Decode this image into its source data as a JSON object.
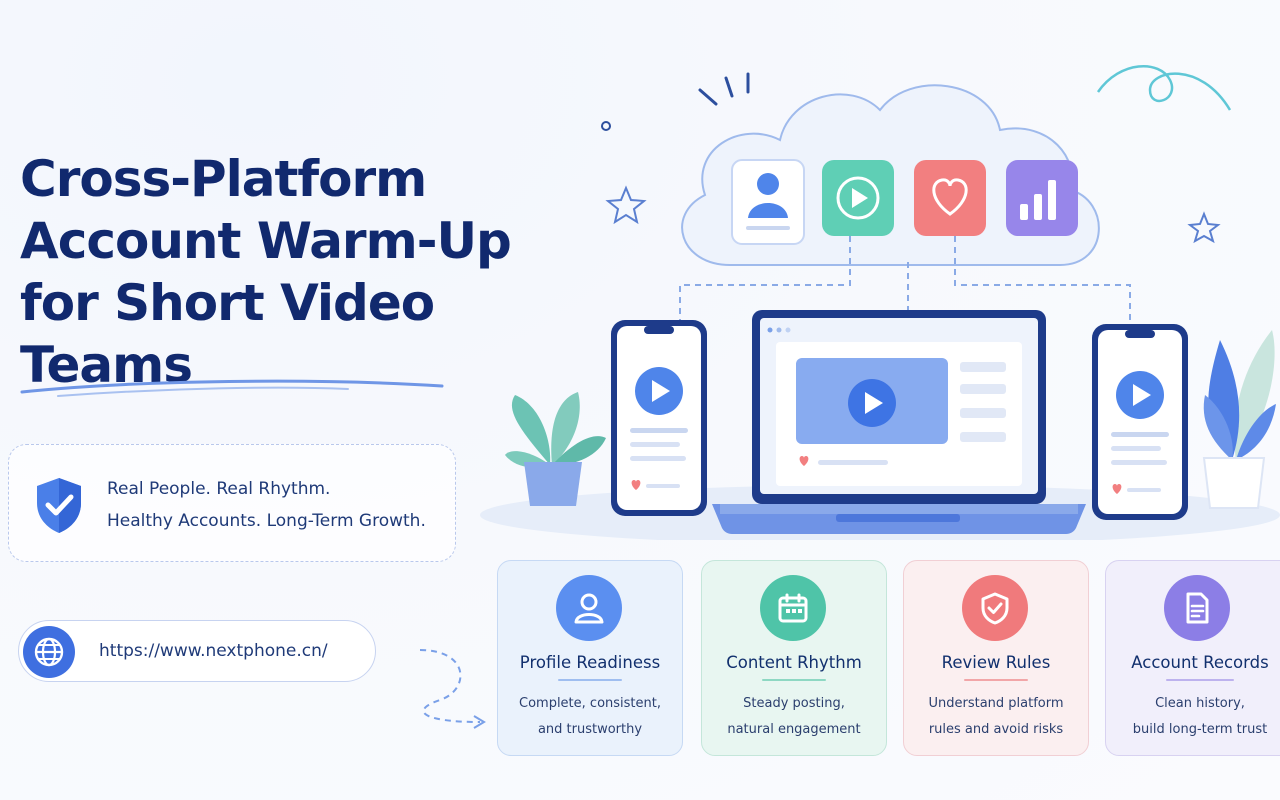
{
  "hero": {
    "title_line1": "Cross-Platform",
    "title_line2": "Account Warm-Up",
    "title_line3": "for Short Video Teams"
  },
  "tagline": {
    "line1": "Real People. Real Rhythm.",
    "line2": "Healthy Accounts. Long-Term Growth."
  },
  "url": {
    "text": "https://www.nextphone.cn/"
  },
  "cards": [
    {
      "title": "Profile Readiness",
      "desc1": "Complete, consistent,",
      "desc2": "and trustworthy",
      "icon": "user-icon"
    },
    {
      "title": "Content Rhythm",
      "desc1": "Steady posting,",
      "desc2": "natural engagement",
      "icon": "calendar-icon"
    },
    {
      "title": "Review Rules",
      "desc1": "Understand platform",
      "desc2": "rules and avoid risks",
      "icon": "shield-check-icon"
    },
    {
      "title": "Account Records",
      "desc1": "Clean history,",
      "desc2": "build long-term trust",
      "icon": "document-icon"
    }
  ],
  "colors": {
    "title": "#11296e",
    "accent_blue": "#3f6fe0",
    "card_blue": "#5b8ff0",
    "card_green": "#4fc4a8",
    "card_red": "#f07a7c",
    "card_purple": "#8c7ee6"
  }
}
